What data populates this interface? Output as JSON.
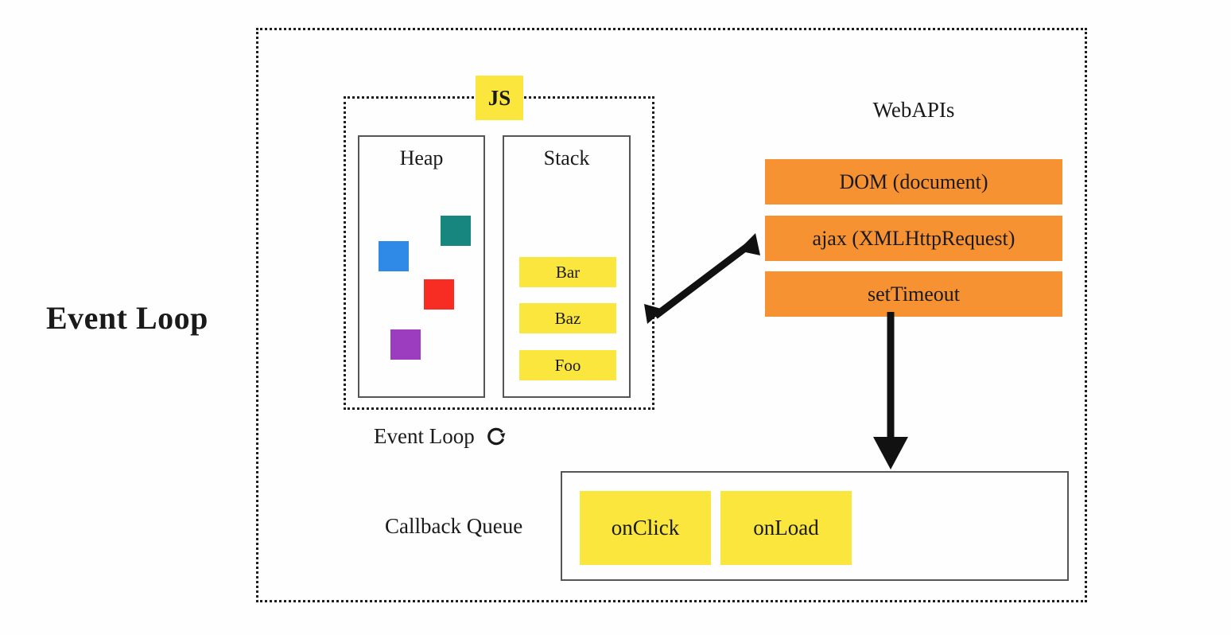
{
  "title": "Event Loop",
  "runtime": {
    "engine": {
      "badge_label": "JS",
      "heap": {
        "title": "Heap",
        "objects": [
          {
            "name": "heap-object-teal",
            "color": "#17867e"
          },
          {
            "name": "heap-object-blue",
            "color": "#2e8ae6"
          },
          {
            "name": "heap-object-red",
            "color": "#f72d23"
          },
          {
            "name": "heap-object-purple",
            "color": "#9b3dbe"
          }
        ]
      },
      "stack": {
        "title": "Stack",
        "frames": [
          "Bar",
          "Baz",
          "Foo"
        ]
      }
    },
    "event_loop_caption": {
      "label": "Event Loop",
      "icon": "circular-arrow-icon"
    },
    "webapis": {
      "title": "WebAPIs",
      "color": "#f79233",
      "rows": [
        "DOM (document)",
        "ajax (XMLHttpRequest)",
        "setTimeout"
      ]
    },
    "callback_queue": {
      "label": "Callback Queue",
      "items": [
        "onClick",
        "onLoad"
      ]
    },
    "arrows": [
      {
        "name": "arrow-engine-to-webapis",
        "style": "double-headed-diagonal"
      },
      {
        "name": "arrow-webapis-to-queue",
        "style": "single-headed-down"
      }
    ]
  },
  "colors": {
    "yellow": "#fae63c",
    "orange": "#f79233",
    "border": "#555555",
    "dotted": "#1d1d1d"
  }
}
